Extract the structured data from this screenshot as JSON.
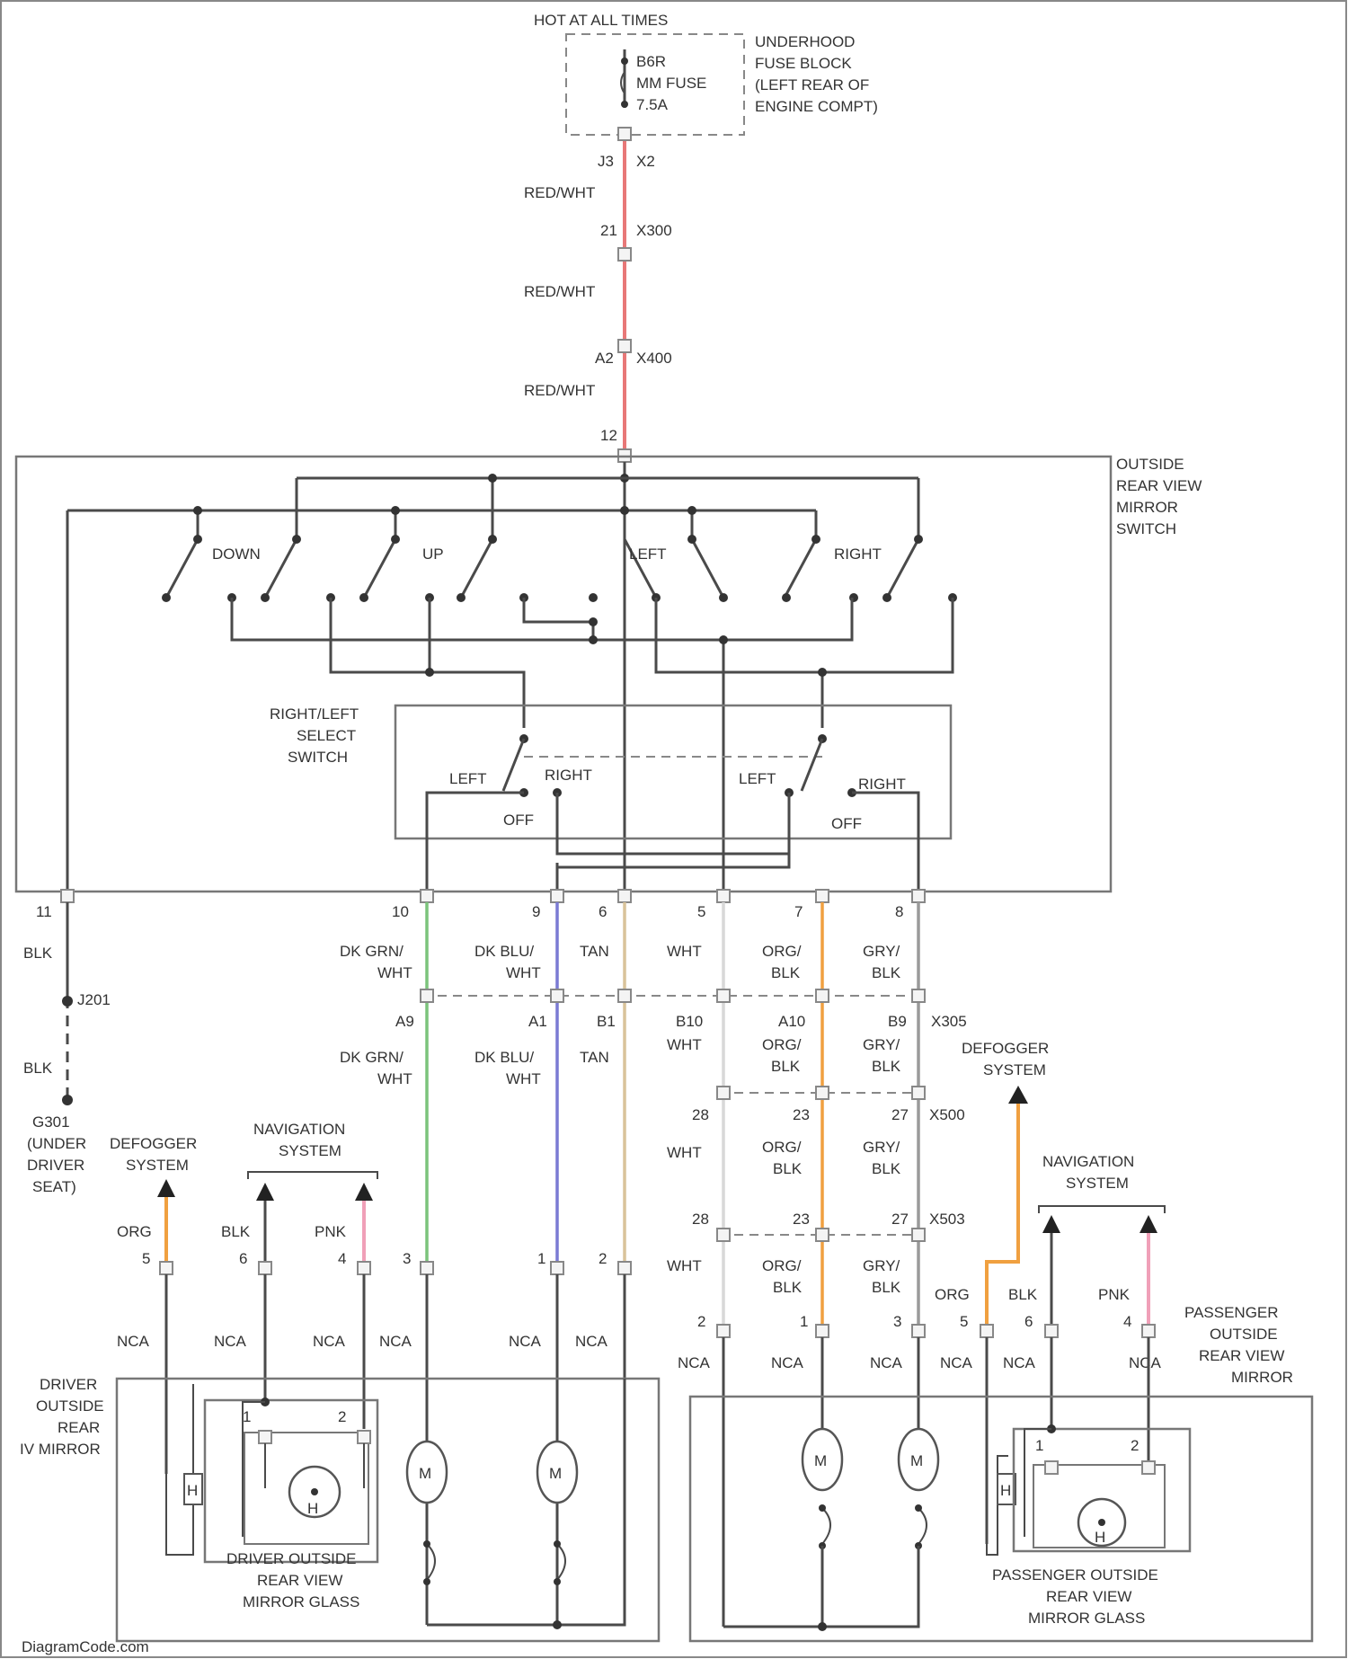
{
  "fuse": {
    "hot_label": "HOT AT ALL TIMES",
    "lines": [
      "B6R",
      "MM FUSE",
      "7.5A"
    ],
    "block_lines": [
      "UNDERHOOD",
      "FUSE BLOCK",
      "(LEFT REAR OF",
      "ENGINE COMPT)"
    ]
  },
  "feed": {
    "c1": {
      "pin": "J3",
      "conn": "X2"
    },
    "w1": "RED/WHT",
    "c2": {
      "pin": "21",
      "conn": "X300"
    },
    "w2": "RED/WHT",
    "c3": {
      "pin": "A2",
      "conn": "X400"
    },
    "w3": "RED/WHT",
    "c4": {
      "pin": "12"
    }
  },
  "switch": {
    "title_lines": [
      "OUTSIDE",
      "REAR VIEW",
      "MIRROR",
      "SWITCH"
    ],
    "labels": {
      "down": "DOWN",
      "up": "UP",
      "left": "LEFT",
      "right": "RIGHT"
    },
    "select_title": [
      "RIGHT/LEFT",
      "SELECT",
      "SWITCH"
    ],
    "select": {
      "left1": "LEFT",
      "right1": "RIGHT",
      "off1": "OFF",
      "left2": "LEFT",
      "right2": "RIGHT",
      "off2": "OFF"
    },
    "pins": [
      "11",
      "10",
      "9",
      "6",
      "5",
      "7",
      "8"
    ]
  },
  "ground": {
    "w1": "BLK",
    "splice": "J201",
    "w2": "BLK",
    "ground_lines": [
      "G301",
      "(UNDER",
      "DRIVER",
      "SEAT)"
    ]
  },
  "mid": {
    "upper_wires": [
      [
        "DK GRN/",
        "WHT"
      ],
      [
        "DK BLU/",
        "WHT"
      ],
      [
        "TAN"
      ],
      [
        "WHT"
      ],
      [
        "ORG/",
        "BLK"
      ],
      [
        "GRY/",
        "BLK"
      ]
    ],
    "x305_pins": [
      "A9",
      "A1",
      "B1",
      "B10",
      "A10",
      "B9"
    ],
    "x305": "X305",
    "lower_wires": [
      [
        "DK GRN/",
        "WHT"
      ],
      [
        "DK BLU/",
        "WHT"
      ],
      [
        "TAN"
      ],
      [
        "WHT"
      ],
      [
        "ORG/",
        "BLK"
      ],
      [
        "GRY/",
        "BLK"
      ]
    ]
  },
  "right_chain": {
    "x500_pins": [
      "28",
      "23",
      "27"
    ],
    "x500": "X500",
    "mid_wires": [
      [
        "WHT"
      ],
      [
        "ORG/",
        "BLK"
      ],
      [
        "GRY/",
        "BLK"
      ]
    ],
    "x503_pins": [
      "28",
      "23",
      "27"
    ],
    "x503": "X503",
    "low_wires": [
      [
        "WHT"
      ],
      [
        "ORG/",
        "BLK"
      ],
      [
        "GRY/",
        "BLK"
      ]
    ]
  },
  "defogger": {
    "label_lines": [
      "DEFOGGER",
      "SYSTEM"
    ]
  },
  "navigation": {
    "label_lines": [
      "NAVIGATION",
      "SYSTEM"
    ]
  },
  "driver_mirror": {
    "title_lines": [
      "DRIVER",
      "OUTSIDE",
      "REAR",
      "IV MIRROR"
    ],
    "wires": [
      "ORG",
      "BLK",
      "PNK"
    ],
    "pins": [
      "5",
      "6",
      "4",
      "3",
      "1",
      "2"
    ],
    "nca": "NCA",
    "glass_lines": [
      "DRIVER OUTSIDE",
      "REAR VIEW",
      "MIRROR GLASS"
    ],
    "glass_pins": [
      "1",
      "2"
    ],
    "motor": "M",
    "heater": "H"
  },
  "passenger_mirror": {
    "title_lines": [
      "PASSENGER",
      "OUTSIDE",
      "REAR VIEW",
      "MIRROR"
    ],
    "wires": [
      "ORG",
      "BLK",
      "PNK"
    ],
    "pins": [
      "2",
      "1",
      "3",
      "5",
      "6",
      "4"
    ],
    "nca": "NCA",
    "glass_lines": [
      "PASSENGER OUTSIDE",
      "REAR VIEW",
      "MIRROR GLASS"
    ],
    "glass_pins": [
      "1",
      "2"
    ],
    "motor": "M",
    "heater": "H"
  },
  "watermark": "DiagramCode.com",
  "colors": {
    "red_white": "#e87878",
    "dk_grn": "#7bc47b",
    "dk_blu": "#7b7bd4",
    "tan": "#d9c39a",
    "white": "#d8d8d8",
    "orange": "#f0a040",
    "grey": "#9a9a9a",
    "pink": "#f0a0b8"
  }
}
